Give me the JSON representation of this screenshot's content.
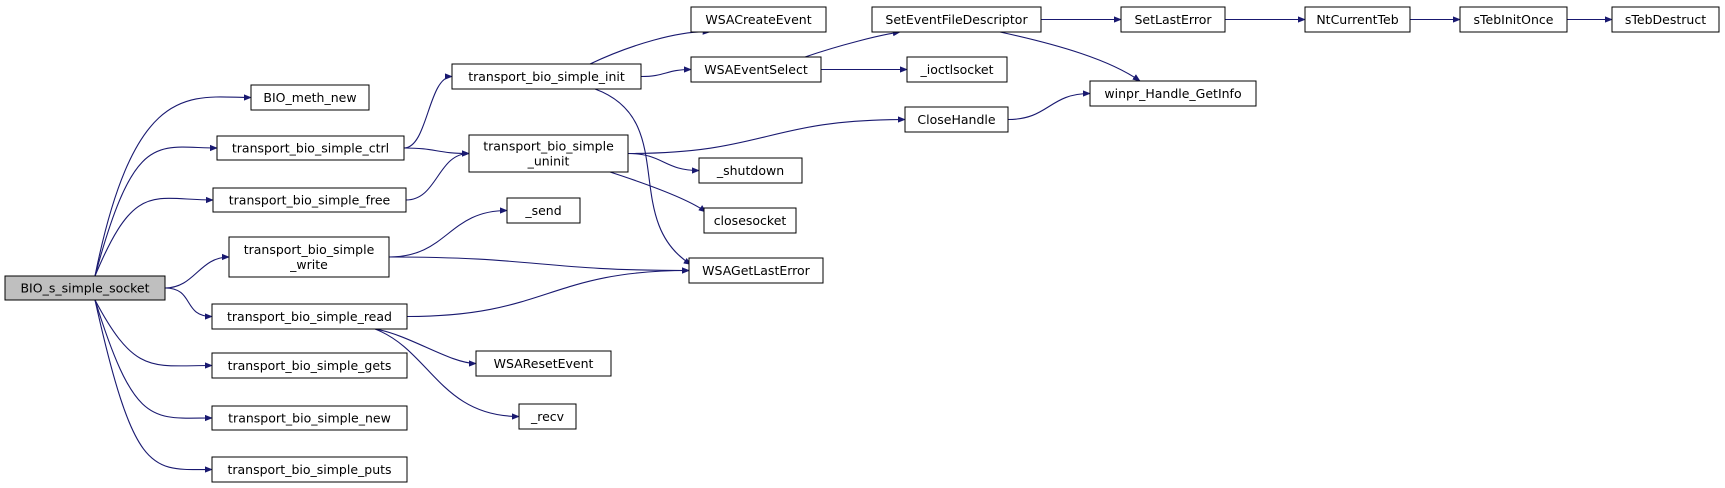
{
  "graph": {
    "nodes": [
      {
        "id": "root",
        "lines": [
          "BIO_s_simple_socket"
        ],
        "root": true
      },
      {
        "id": "meth",
        "lines": [
          "BIO_meth_new"
        ]
      },
      {
        "id": "ctrl",
        "lines": [
          "transport_bio_simple_ctrl"
        ]
      },
      {
        "id": "free",
        "lines": [
          "transport_bio_simple_free"
        ]
      },
      {
        "id": "write",
        "lines": [
          "transport_bio_simple",
          "_write"
        ]
      },
      {
        "id": "read",
        "lines": [
          "transport_bio_simple_read"
        ]
      },
      {
        "id": "gets",
        "lines": [
          "transport_bio_simple_gets"
        ]
      },
      {
        "id": "new",
        "lines": [
          "transport_bio_simple_new"
        ]
      },
      {
        "id": "puts",
        "lines": [
          "transport_bio_simple_puts"
        ]
      },
      {
        "id": "init",
        "lines": [
          "transport_bio_simple_init"
        ]
      },
      {
        "id": "uninit",
        "lines": [
          "transport_bio_simple",
          "_uninit"
        ]
      },
      {
        "id": "send",
        "lines": [
          "_send"
        ]
      },
      {
        "id": "wsaresetevent",
        "lines": [
          "WSAResetEvent"
        ]
      },
      {
        "id": "recv",
        "lines": [
          "_recv"
        ]
      },
      {
        "id": "wsacreateevent",
        "lines": [
          "WSACreateEvent"
        ]
      },
      {
        "id": "wsaeventselect",
        "lines": [
          "WSAEventSelect"
        ]
      },
      {
        "id": "shutdown",
        "lines": [
          "_shutdown"
        ]
      },
      {
        "id": "closesocket",
        "lines": [
          "closesocket"
        ]
      },
      {
        "id": "wsagetlasterror",
        "lines": [
          "WSAGetLastError"
        ]
      },
      {
        "id": "seteventfd",
        "lines": [
          "SetEventFileDescriptor"
        ]
      },
      {
        "id": "ioctlsocket",
        "lines": [
          "_ioctlsocket"
        ]
      },
      {
        "id": "closehandle",
        "lines": [
          "CloseHandle"
        ]
      },
      {
        "id": "setlasterror",
        "lines": [
          "SetLastError"
        ]
      },
      {
        "id": "winprgetinfo",
        "lines": [
          "winpr_Handle_GetInfo"
        ]
      },
      {
        "id": "ntcurrentteb",
        "lines": [
          "NtCurrentTeb"
        ]
      },
      {
        "id": "stebinitonce",
        "lines": [
          "sTebInitOnce"
        ]
      },
      {
        "id": "stebdestruct",
        "lines": [
          "sTebDestruct"
        ]
      }
    ],
    "edges": [
      {
        "from": "root",
        "to": "meth"
      },
      {
        "from": "root",
        "to": "ctrl"
      },
      {
        "from": "root",
        "to": "free"
      },
      {
        "from": "root",
        "to": "write"
      },
      {
        "from": "root",
        "to": "read"
      },
      {
        "from": "root",
        "to": "gets"
      },
      {
        "from": "root",
        "to": "new"
      },
      {
        "from": "root",
        "to": "puts"
      },
      {
        "from": "ctrl",
        "to": "init"
      },
      {
        "from": "ctrl",
        "to": "uninit"
      },
      {
        "from": "free",
        "to": "uninit"
      },
      {
        "from": "write",
        "to": "send"
      },
      {
        "from": "write",
        "to": "wsagetlasterror"
      },
      {
        "from": "read",
        "to": "wsagetlasterror"
      },
      {
        "from": "read",
        "to": "wsaresetevent"
      },
      {
        "from": "read",
        "to": "recv"
      },
      {
        "from": "init",
        "to": "wsacreateevent"
      },
      {
        "from": "init",
        "to": "wsaeventselect"
      },
      {
        "from": "init",
        "to": "wsagetlasterror"
      },
      {
        "from": "uninit",
        "to": "closehandle"
      },
      {
        "from": "uninit",
        "to": "shutdown"
      },
      {
        "from": "uninit",
        "to": "closesocket"
      },
      {
        "from": "wsaeventselect",
        "to": "seteventfd"
      },
      {
        "from": "wsaeventselect",
        "to": "ioctlsocket"
      },
      {
        "from": "seteventfd",
        "to": "setlasterror"
      },
      {
        "from": "seteventfd",
        "to": "winprgetinfo"
      },
      {
        "from": "closehandle",
        "to": "winprgetinfo"
      },
      {
        "from": "setlasterror",
        "to": "ntcurrentteb"
      },
      {
        "from": "ntcurrentteb",
        "to": "stebinitonce"
      },
      {
        "from": "stebinitonce",
        "to": "stebdestruct"
      }
    ]
  }
}
